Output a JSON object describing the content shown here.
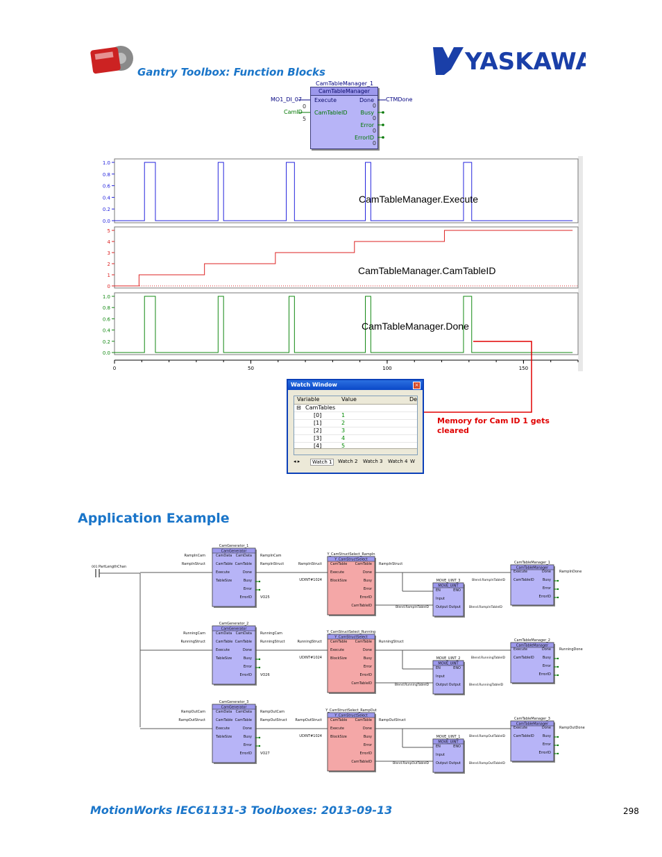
{
  "header": {
    "title": "Gantry Toolbox: Function Blocks",
    "brand": "YASKAWA"
  },
  "fb_top": {
    "instance": "CamTableManager_1",
    "type": "CamTableManager",
    "inputs": [
      {
        "pin": "Execute",
        "var": "MO1_DI_07",
        "value": "0"
      },
      {
        "pin": "CamTableID",
        "var": "CamID",
        "value": "5"
      }
    ],
    "outputs": [
      {
        "pin": "Done",
        "var": "CTMDone",
        "value": "0"
      },
      {
        "pin": "Busy",
        "value": "0"
      },
      {
        "pin": "Error",
        "value": "0"
      },
      {
        "pin": "ErrorID",
        "value": "0"
      }
    ]
  },
  "chart_data": {
    "type": "line",
    "x_ticks": [
      "0",
      "50",
      "100",
      "150"
    ],
    "xlim": [
      0,
      170
    ],
    "panels": [
      {
        "name": "CamTableManager.Execute",
        "color": "#2222dd",
        "yticks": [
          "1.0",
          "0.8",
          "0.6",
          "0.4",
          "0.2",
          "0.0"
        ],
        "ylim": [
          0,
          1
        ],
        "pulses": [
          [
            11,
            15
          ],
          [
            38,
            40
          ],
          [
            63,
            66
          ],
          [
            92,
            94
          ],
          [
            128,
            131
          ]
        ]
      },
      {
        "name": "CamTableManager.CamTableID",
        "color": "#dd2222",
        "yticks": [
          "5",
          "4",
          "3",
          "2",
          "1",
          "0"
        ],
        "ylim": [
          0,
          5
        ],
        "steps": [
          [
            0,
            0
          ],
          [
            9,
            1
          ],
          [
            33,
            2
          ],
          [
            59,
            3
          ],
          [
            88,
            4
          ],
          [
            121,
            5
          ],
          [
            168,
            5
          ]
        ]
      },
      {
        "name": "CamTableManager.Done",
        "color": "#118811",
        "yticks": [
          "1.0",
          "0.8",
          "0.6",
          "0.4",
          "0.2",
          "0.0"
        ],
        "ylim": [
          0,
          1
        ],
        "pulses": [
          [
            11,
            15
          ],
          [
            38,
            40
          ],
          [
            64,
            66
          ],
          [
            92,
            94
          ],
          [
            128,
            131
          ]
        ]
      }
    ]
  },
  "watch": {
    "title": "Watch Window",
    "col_variable": "Variable",
    "col_value": "Value",
    "col_de": "De",
    "root": "CamTables",
    "rows": [
      {
        "var": "[0]",
        "val": "1"
      },
      {
        "var": "[1]",
        "val": "2"
      },
      {
        "var": "[2]",
        "val": "3"
      },
      {
        "var": "[3]",
        "val": "4"
      },
      {
        "var": "[4]",
        "val": "5"
      }
    ],
    "tabs": [
      "Watch 1",
      "Watch 2",
      "Watch 3",
      "Watch 4",
      "W"
    ],
    "note": "Memory for Cam ID 1 gets cleared"
  },
  "app": {
    "section_title": "Application Example",
    "trigger_var": "PartLengthChan",
    "trigger_addr": "001",
    "rows": [
      {
        "gen_inst": "CamGenerator_1",
        "cam_in": "RampInCam",
        "struct_in": "RampInStruct",
        "gen_err": "VO25",
        "sel_inst": "Y_CamStructSelect_RampIn",
        "sel_struct": "RampInStruct",
        "block": "UDINT#1024",
        "move_inst": "MOVE_UINT_3",
        "move_in": "Blend.RampInTableID",
        "move_out": "Blend.RampInTableID",
        "mgr_inst": "CamTableManager_1",
        "mgr_id": "Blend.RampInTableID",
        "done": "RampInDone"
      },
      {
        "gen_inst": "CamGenerator_2",
        "cam_in": "RunningCam",
        "struct_in": "RunningStruct",
        "gen_err": "VO26",
        "sel_inst": "Y_CamStructSelect_Running",
        "sel_struct": "RunningStruct",
        "block": "UDINT#1024",
        "move_inst": "MOVE_UINT_2",
        "move_in": "Blend.RunningTableID",
        "move_out": "Blend.RunningTableID",
        "mgr_inst": "CamTableManager_2",
        "mgr_id": "Blend.RunningTableID",
        "done": "RunningDone"
      },
      {
        "gen_inst": "CamGenerator_3",
        "cam_in": "RampOutCam",
        "struct_in": "RampOutStruct",
        "gen_err": "VO27",
        "sel_inst": "Y_CamStructSelect_RampOut",
        "sel_struct": "RampOutStruct",
        "block": "UDINT#1024",
        "move_inst": "MOVE_UINT_1",
        "move_in": "Blend.RampOutTableID",
        "move_out": "Blend.RampOutTableID",
        "mgr_inst": "CamTableManager_3",
        "mgr_id": "Blend.RampOutTableID",
        "done": "RampOutDone"
      }
    ],
    "gen_type": "CamGenerator",
    "sel_type": "Y_CamStructSelect",
    "move_type": "MOVE_UINT",
    "mgr_type": "CamTableManager"
  },
  "footer": {
    "title": "MotionWorks IEC61131-3 Toolboxes: 2013-09-13",
    "page": "298"
  }
}
